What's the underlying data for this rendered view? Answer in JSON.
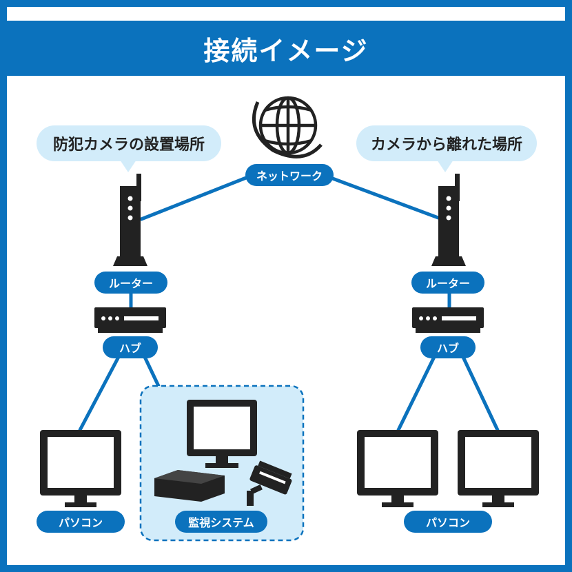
{
  "title": "接続イメージ",
  "colors": {
    "brand_blue": "#0b72bd",
    "light_blue": "#d2ecfa",
    "device_black": "#222222"
  },
  "bubbles": {
    "left": "防犯カメラの設置場所",
    "right": "カメラから離れた場所"
  },
  "labels": {
    "network": "ネットワーク",
    "router_left": "ルーター",
    "router_right": "ルーター",
    "hub_left": "ハブ",
    "hub_right": "ハブ",
    "pc_left": "パソコン",
    "surveillance": "監視システム",
    "pc_right": "パソコン"
  },
  "icons": {
    "globe": "globe-icon",
    "router": "router-icon",
    "hub": "hub-icon",
    "monitor": "monitor-icon",
    "recorder": "recorder-icon",
    "camera": "security-camera-icon"
  }
}
